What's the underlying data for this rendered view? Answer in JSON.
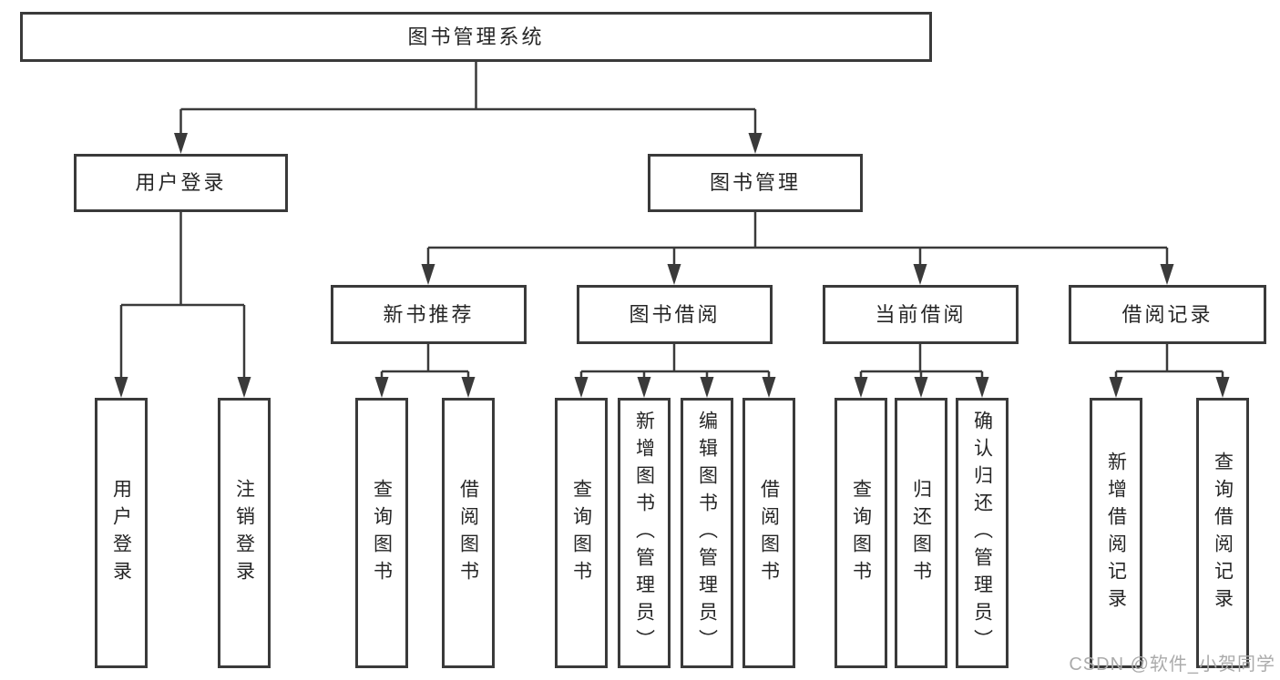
{
  "tree": {
    "root": "图书管理系统",
    "groups": [
      {
        "label": "用户登录",
        "leaves": [
          "用户登录",
          "注销登录"
        ]
      },
      {
        "label": "图书管理",
        "sections": [
          {
            "label": "新书推荐",
            "leaves": [
              "查询图书",
              "借阅图书"
            ]
          },
          {
            "label": "图书借阅",
            "leaves": [
              "查询图书",
              "新增图书（管理员）",
              "编辑图书（管理员）",
              "借阅图书"
            ]
          },
          {
            "label": "当前借阅",
            "leaves": [
              "查询图书",
              "归还图书",
              "确认归还（管理员）"
            ]
          },
          {
            "label": "借阅记录",
            "leaves": [
              "新增借阅记录",
              "查询借阅记录"
            ]
          }
        ]
      }
    ]
  },
  "watermark": "CSDN @软件_小贺同学",
  "colors": {
    "line": "#3a3a3a",
    "box_border": "#3a3a3a",
    "text": "#262626",
    "watermark": "#ababab",
    "background": "#ffffff"
  }
}
